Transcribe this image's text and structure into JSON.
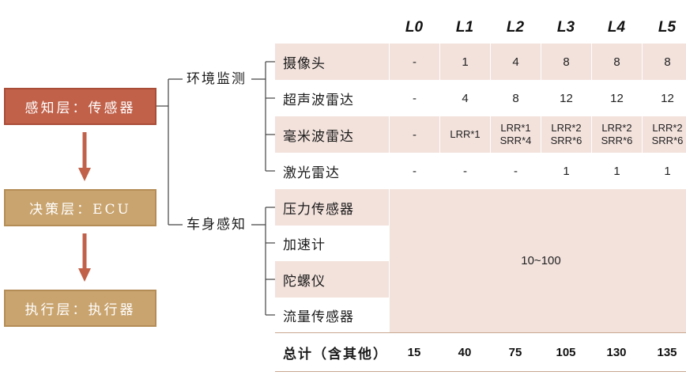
{
  "flow": {
    "boxes": [
      {
        "label": "感知层：传感器"
      },
      {
        "label": "决策层：ECU"
      },
      {
        "label": "执行层：执行器"
      }
    ]
  },
  "groups": {
    "environment": "环境监测",
    "body": "车身感知"
  },
  "table": {
    "levels": [
      "L0",
      "L1",
      "L2",
      "L3",
      "L4",
      "L5"
    ],
    "rows": [
      {
        "label": "摄像头",
        "values": [
          "-",
          "1",
          "4",
          "8",
          "8",
          "8"
        ]
      },
      {
        "label": "超声波雷达",
        "values": [
          "-",
          "4",
          "8",
          "12",
          "12",
          "12"
        ]
      },
      {
        "label": "毫米波雷达",
        "values": [
          [
            "-"
          ],
          [
            "LRR*1"
          ],
          [
            "LRR*1",
            "SRR*4"
          ],
          [
            "LRR*2",
            "SRR*6"
          ],
          [
            "LRR*2",
            "SRR*6"
          ],
          [
            "LRR*2",
            "SRR*6"
          ]
        ]
      },
      {
        "label": "激光雷达",
        "values": [
          "-",
          "-",
          "-",
          "1",
          "1",
          "1"
        ]
      }
    ],
    "body_sensors": {
      "labels": [
        "压力传感器",
        "加速计",
        "陀螺仪",
        "流量传感器"
      ],
      "value": "10~100"
    },
    "total": {
      "label": "总计（含其他）",
      "values": [
        "15",
        "40",
        "75",
        "105",
        "130",
        "135"
      ]
    }
  },
  "colors": {
    "perception_box": "#c1614a",
    "decision_box": "#c9a46f",
    "execution_box": "#c9a46f",
    "arrow": "#c1614a",
    "row_shade": "#f3e2dc",
    "rule": "#c9a690"
  }
}
